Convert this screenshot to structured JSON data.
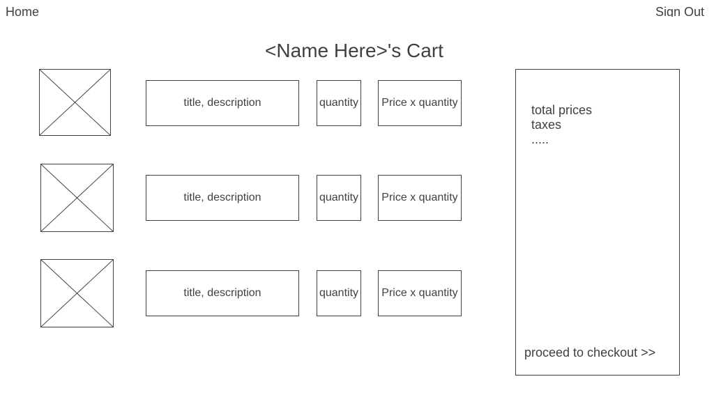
{
  "nav": {
    "home": "Home",
    "sign_out": "Sign Out"
  },
  "page_title": "<Name Here>'s Cart",
  "cart": {
    "items": [
      {
        "image_icon": "image-placeholder-icon",
        "title": "title, description",
        "quantity": "quantity",
        "price": "Price x quantity"
      },
      {
        "image_icon": "image-placeholder-icon",
        "title": "title, description",
        "quantity": "quantity",
        "price": "Price x quantity"
      },
      {
        "image_icon": "image-placeholder-icon",
        "title": "title, description",
        "quantity": "quantity",
        "price": "Price x quantity"
      }
    ]
  },
  "summary": {
    "lines": [
      "total prices",
      "taxes",
      "....."
    ],
    "checkout": "proceed to checkout >>"
  }
}
